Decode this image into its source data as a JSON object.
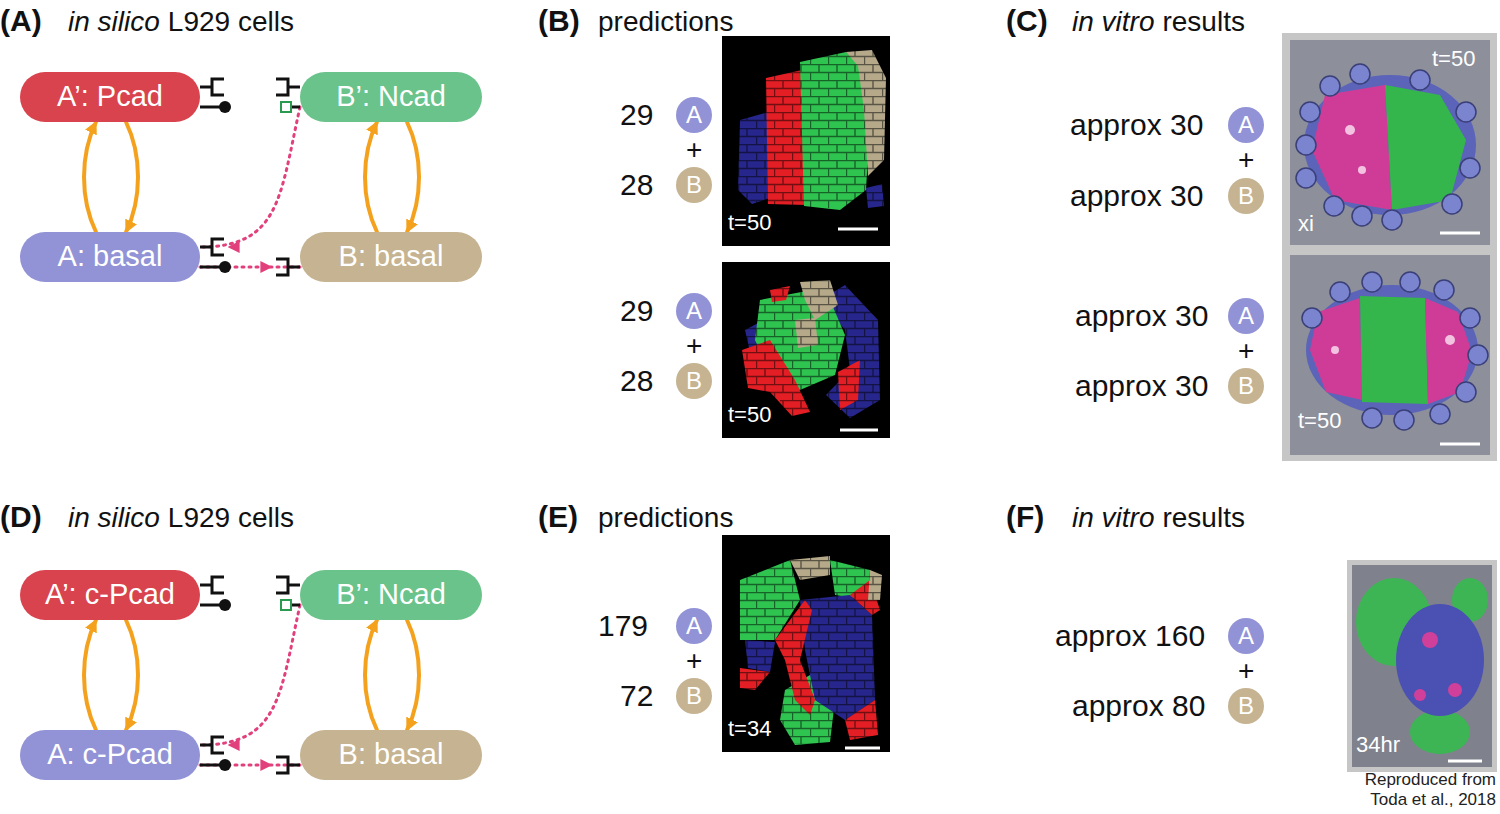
{
  "diagram": {
    "nodes": [
      {
        "text": [
          "A’: Pcad"
        ]
      },
      {
        "text": [
          "B’: Ncad"
        ]
      },
      {
        "text": [
          "A: basal"
        ]
      },
      {
        "text": [
          "B: basal"
        ]
      },
      {
        "text": [
          "A"
        ]
      },
      {
        "text": [
          "B"
        ]
      },
      {
        "text": [
          "A"
        ]
      },
      {
        "text": [
          "B"
        ]
      },
      {
        "text": [
          "A"
        ]
      },
      {
        "text": [
          "B"
        ]
      },
      {
        "text": [
          "A"
        ]
      },
      {
        "text": [
          "B"
        ]
      },
      {
        "text": [
          "A’: c-Pcad"
        ]
      },
      {
        "text": [
          "B’: Ncad"
        ]
      },
      {
        "text": [
          "A: c-Pcad"
        ]
      },
      {
        "text": [
          "B: basal"
        ]
      },
      {
        "text": [
          "A"
        ]
      },
      {
        "text": [
          "B"
        ]
      },
      {
        "text": [
          "A"
        ]
      },
      {
        "text": [
          "B"
        ]
      }
    ],
    "edges": [
      {
        "from": 2,
        "to": 0,
        "arrow": "to"
      },
      {
        "from": 0,
        "to": 2,
        "arrow": "to"
      },
      {
        "from": 3,
        "to": 1,
        "arrow": "to"
      },
      {
        "from": 1,
        "to": 3,
        "arrow": "to"
      },
      {
        "from": 1,
        "to": 2,
        "arrow": "to"
      },
      {
        "from": 2,
        "to": 3,
        "arrow": "to"
      },
      {
        "from": 14,
        "to": 12,
        "arrow": "to"
      },
      {
        "from": 12,
        "to": 14,
        "arrow": "to"
      },
      {
        "from": 15,
        "to": 13,
        "arrow": "to"
      },
      {
        "from": 13,
        "to": 15,
        "arrow": "to"
      },
      {
        "from": 13,
        "to": 14,
        "arrow": "to"
      },
      {
        "from": 14,
        "to": 15,
        "arrow": "to"
      }
    ],
    "labels": [
      "(A)",
      "in silico",
      "L929 cells",
      "(B)",
      "predictions",
      "29",
      "+",
      "28",
      "t=50",
      "29",
      "+",
      "28",
      "t=50",
      "(C)",
      "in vitro",
      "results",
      "approx 30",
      "+",
      "approx 30",
      "t=50",
      "xi",
      "approx 30",
      "+",
      "approx 30",
      "t=50",
      "(D)",
      "in silico",
      "L929 cells",
      "(E)",
      "predictions",
      "179",
      "+",
      "72",
      "t=34",
      "(F)",
      "in vitro",
      "results",
      "approx 160",
      "+",
      "approx 80",
      "34hr",
      "Reproduced from Toda et al., 2018"
    ]
  }
}
